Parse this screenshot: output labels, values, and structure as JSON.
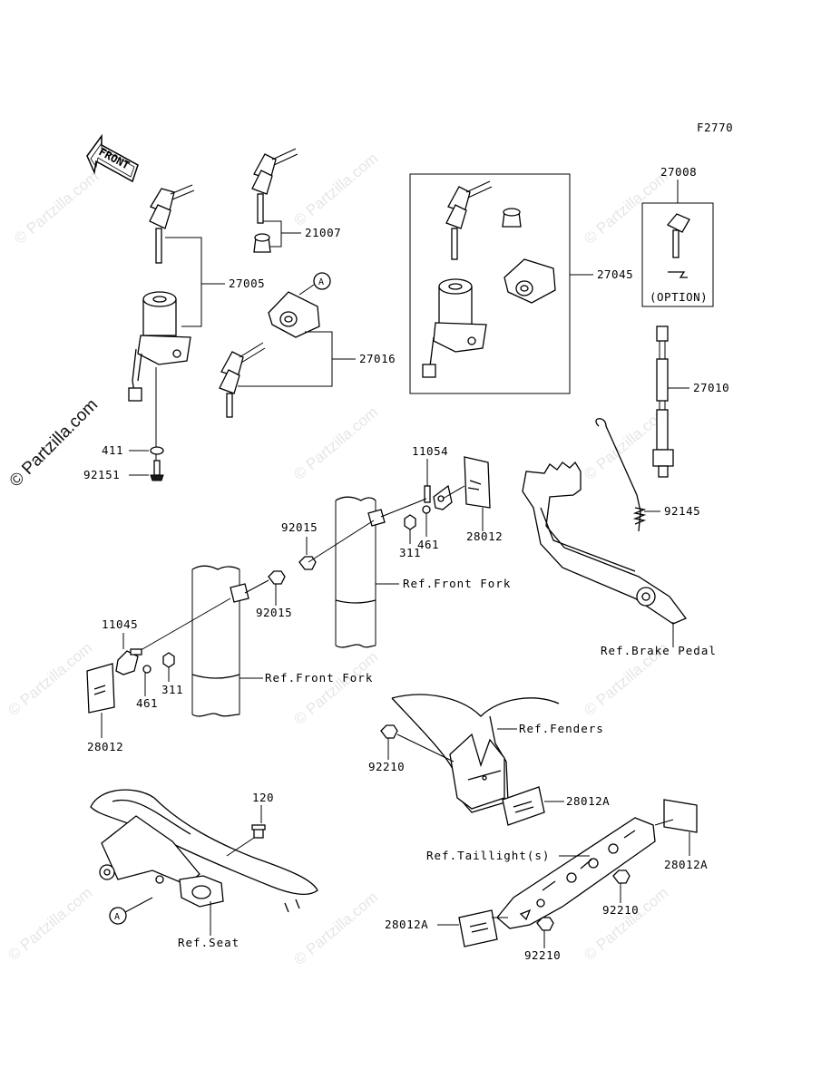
{
  "diagram_code": "F2770",
  "front_arrow": "FRONT",
  "circle_a": "A",
  "option_text": "(OPTION)",
  "parts": {
    "p27005": "27005",
    "p21007": "21007",
    "p27016": "27016",
    "p27045": "27045",
    "p27008": "27008",
    "p27010": "27010",
    "p411": "411",
    "p92151": "92151",
    "p11054": "11054",
    "p28012_right": "28012",
    "p92015_upper": "92015",
    "p311_upper": "311",
    "p461_upper": "461",
    "p92145": "92145",
    "p11045": "11045",
    "p92015_lower": "92015",
    "p461_lower": "461",
    "p311_lower": "311",
    "p28012_left": "28012",
    "p92210_upper": "92210",
    "p28012A_mid": "28012A",
    "p120": "120",
    "p28012A_right": "28012A",
    "p92210_mid": "92210",
    "p28012A_bottom": "28012A",
    "p92210_bottom": "92210"
  },
  "refs": {
    "front_fork_upper": "Ref.Front Fork",
    "front_fork_lower": "Ref.Front Fork",
    "brake_pedal": "Ref.Brake Pedal",
    "fenders": "Ref.Fenders",
    "taillight": "Ref.Taillight(s)",
    "seat": "Ref.Seat"
  },
  "watermarks": {
    "text": "© Partzilla.com",
    "side_text": "© Partzilla.com"
  }
}
